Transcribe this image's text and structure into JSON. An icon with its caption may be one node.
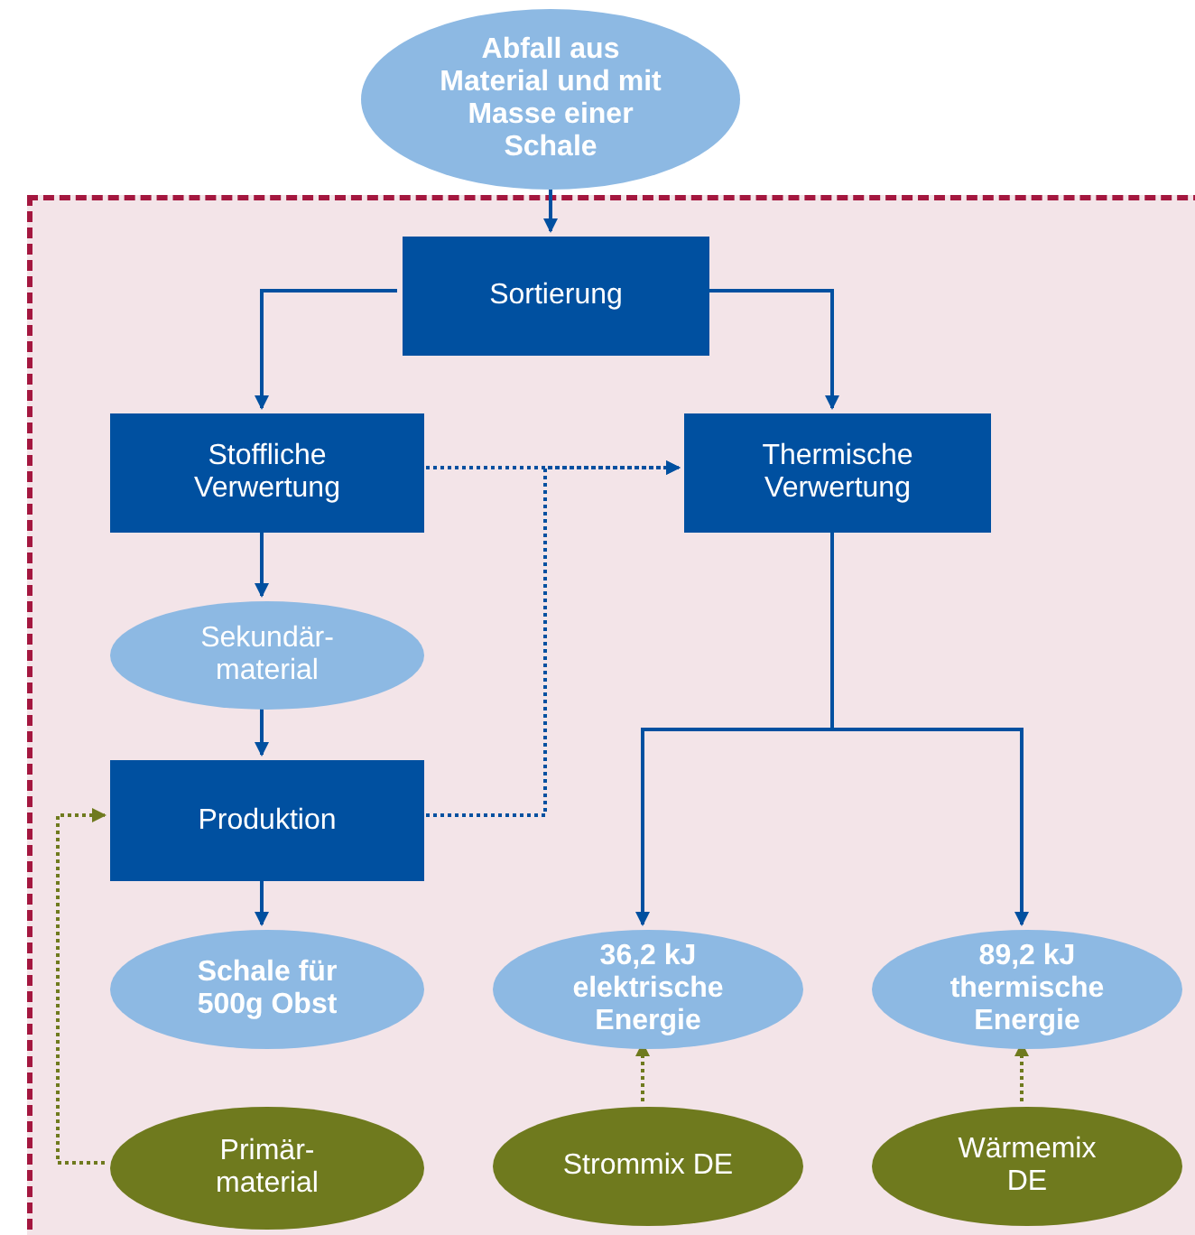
{
  "diagram": {
    "nodes": [
      {
        "text": [
          "Abfall aus Material und mit Masse einer Schale"
        ]
      },
      {
        "text": [],
        "shape": "box"
      },
      {
        "text": [
          "Sortierung"
        ],
        "in": 1
      },
      {
        "text": [
          "Stoffliche Verwertung"
        ],
        "in": 1
      },
      {
        "text": [
          "Thermische Verwertung"
        ],
        "in": 1
      },
      {
        "text": [
          "Sekundär- material"
        ],
        "in": 1
      },
      {
        "text": [
          "Produktion"
        ],
        "in": 1
      },
      {
        "text": [
          "Schale für 500g Obst"
        ],
        "in": 1
      },
      {
        "text": [
          "36,2 kJ elektrische Energie"
        ],
        "in": 1
      },
      {
        "text": [
          "89,2 kJ thermische Energie"
        ],
        "in": 1
      },
      {
        "text": [
          "Primär- material"
        ],
        "in": 1
      },
      {
        "text": [
          "Strommix DE"
        ],
        "in": 1
      },
      {
        "text": [
          "Wärmemix DE"
        ],
        "in": 1
      }
    ],
    "edges": [
      {
        "from": 0,
        "to": 2,
        "arrow": "to"
      },
      {
        "from": 2,
        "to": 3,
        "arrow": "to"
      },
      {
        "from": 2,
        "to": 4,
        "arrow": "to"
      },
      {
        "from": 3,
        "to": 5,
        "arrow": "to"
      },
      {
        "from": 5,
        "to": 6,
        "arrow": "to"
      },
      {
        "from": 6,
        "to": 7,
        "arrow": "to"
      },
      {
        "from": 4,
        "to": 8,
        "arrow": "to"
      },
      {
        "from": 4,
        "to": 9,
        "arrow": "to"
      },
      {
        "from": 3,
        "to": 4,
        "arrow": "to",
        "style": "dashed"
      },
      {
        "from": 6,
        "to": 4,
        "arrow": "to",
        "style": "dashed"
      },
      {
        "from": 10,
        "to": 6,
        "arrow": "to",
        "style": "dashed",
        "color": "#6f7a1e"
      },
      {
        "from": 11,
        "to": 8,
        "arrow": "to",
        "style": "dashed",
        "color": "#6f7a1e"
      },
      {
        "from": 12,
        "to": 9,
        "arrow": "to",
        "style": "dashed",
        "color": "#6f7a1e"
      }
    ]
  }
}
